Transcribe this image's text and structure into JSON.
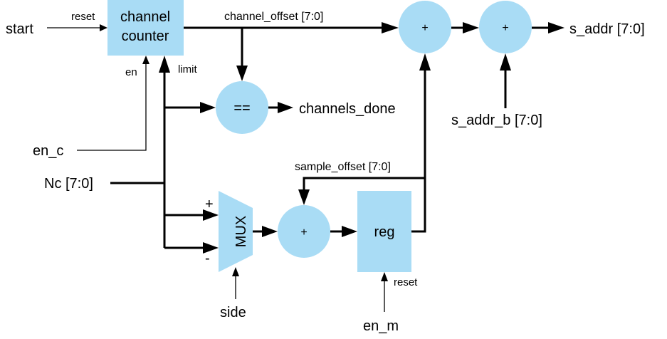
{
  "blocks": {
    "channel_counter": [
      "channel",
      "counter"
    ],
    "comparator": "==",
    "adder_top_1": "+",
    "adder_top_2": "+",
    "adder_bottom": "+",
    "mux": "MUX",
    "mux_plus": "+",
    "mux_minus": "-",
    "register": "reg"
  },
  "signals": {
    "start": "start",
    "reset_counter": "reset",
    "en": "en",
    "limit": "limit",
    "en_c": "en_c",
    "nc": "Nc [7:0]",
    "channel_offset": "channel_offset [7:0]",
    "channels_done": "channels_done",
    "s_addr": "s_addr [7:0]",
    "s_addr_b": "s_addr_b [7:0]",
    "sample_offset": "sample_offset [7:0]",
    "side": "side",
    "reset_reg": "reset",
    "en_m": "en_m"
  },
  "colors": {
    "block_fill": "#a9dcf5",
    "wire": "#000000"
  }
}
